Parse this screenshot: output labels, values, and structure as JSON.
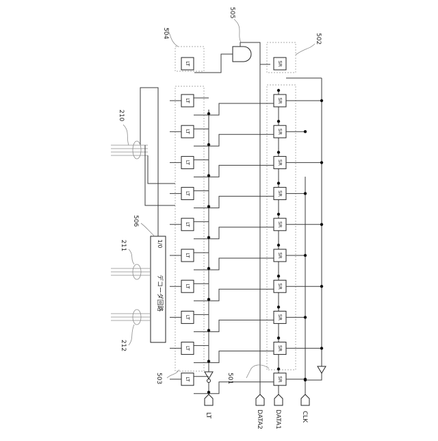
{
  "diagram": {
    "latch_label": "LT",
    "shift_register_label": "SR",
    "decoder_label": "デコーダ回路",
    "decoder_io_label": "1/0",
    "signals": {
      "lt": "LT",
      "data2": "DATA2",
      "data1": "DATA1",
      "clk": "CLK"
    },
    "reference_numbers": {
      "r501": "501",
      "r502": "502",
      "r503": "503",
      "r504": "504",
      "r505": "505",
      "r506": "506",
      "r210": "210",
      "r211": "211",
      "r212": "212"
    },
    "latch_count": 10,
    "shift_register_count": 10
  }
}
